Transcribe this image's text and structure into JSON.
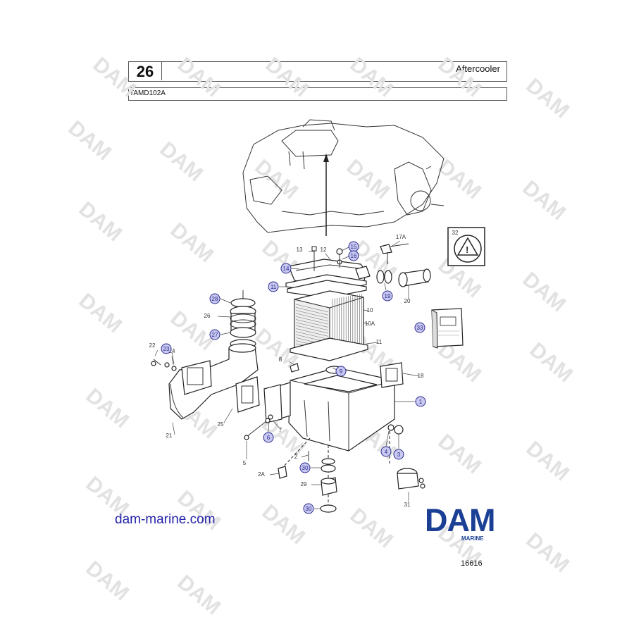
{
  "header": {
    "page_number": "26",
    "title": "Aftercooler",
    "model": "TAMD102A"
  },
  "footer": {
    "website": "dam-marine.com",
    "logo_text": "DAM",
    "logo_sub": "MARINE",
    "doc_number": "16616"
  },
  "watermark": "DAM",
  "callouts": {
    "plain": [
      "13",
      "12",
      "17A",
      "10",
      "10A",
      "11",
      "18",
      "8",
      "22",
      "24",
      "26",
      "21",
      "25",
      "7",
      "5",
      "2",
      "2A",
      "29",
      "20",
      "31"
    ],
    "circled": [
      "32",
      "15",
      "16",
      "14",
      "11",
      "28",
      "27",
      "23",
      "19",
      "33",
      "9",
      "1",
      "6",
      "4",
      "3",
      "30",
      "30"
    ]
  },
  "colors": {
    "callout_fill": "#c8c8f0",
    "callout_stroke": "#2a2a90",
    "brand_blue": "#1a3f94",
    "link_blue": "#2323a8"
  },
  "icons": [
    "warning-triangle-icon",
    "volvo-penta-manual-icon"
  ]
}
